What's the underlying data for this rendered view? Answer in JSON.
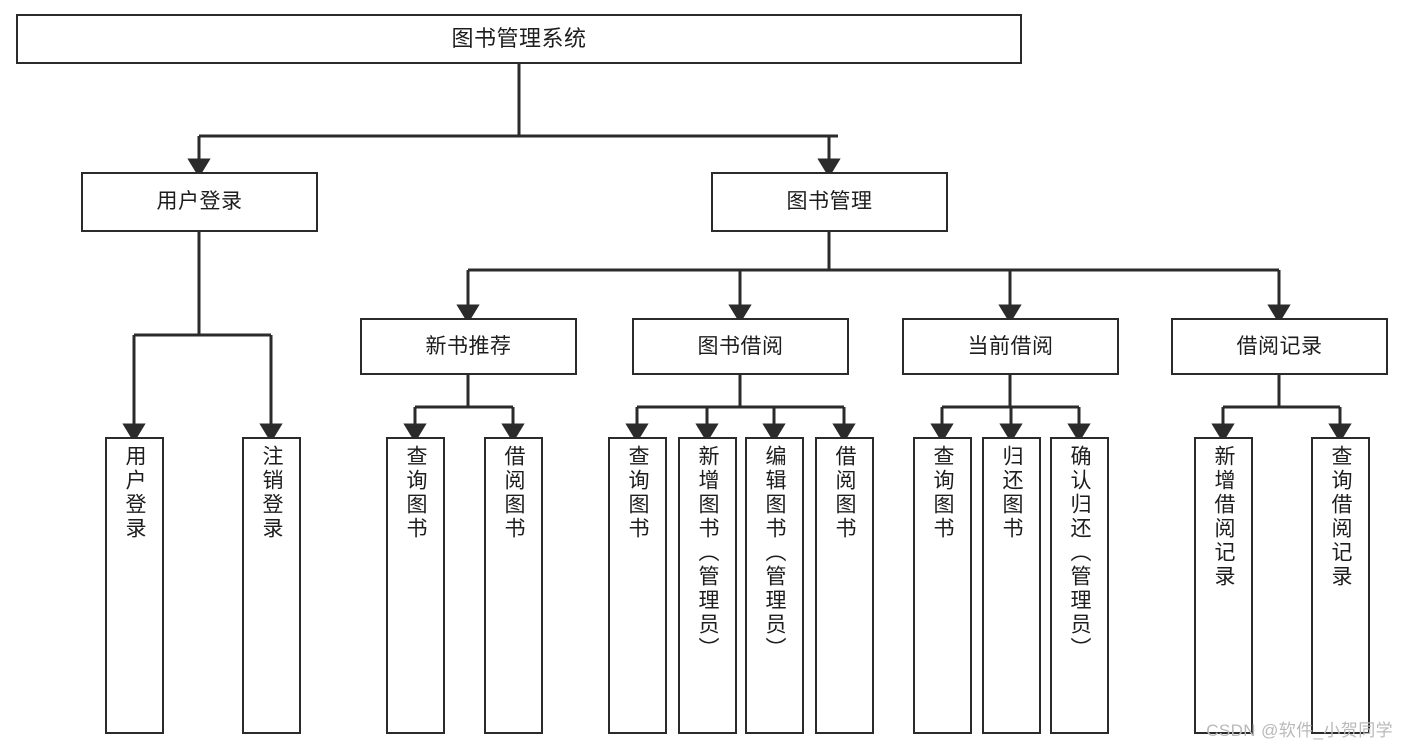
{
  "diagram": {
    "type": "tree",
    "title": "图书管理系统",
    "orientation": "top-down",
    "colors": {
      "box_border": "#2b2b2b",
      "box_fill": "#ffffff",
      "connector": "#2b2b2b",
      "text": "#1d1d1d",
      "watermark": "#b9b9b9"
    },
    "levels": {
      "root": {
        "label": "图书管理系统"
      },
      "level2": [
        {
          "label": "用户登录"
        },
        {
          "label": "图书管理"
        }
      ],
      "level3": [
        {
          "label": "新书推荐"
        },
        {
          "label": "图书借阅"
        },
        {
          "label": "当前借阅"
        },
        {
          "label": "借阅记录"
        }
      ],
      "leaves": {
        "user_login": [
          {
            "label": "用户登录"
          },
          {
            "label": "注销登录"
          }
        ],
        "new_book_recommend": [
          {
            "label": "查询图书"
          },
          {
            "label": "借阅图书"
          }
        ],
        "book_borrow": [
          {
            "label": "查询图书"
          },
          {
            "label": "新增图书（管理员）"
          },
          {
            "label": "编辑图书（管理员）"
          },
          {
            "label": "借阅图书"
          }
        ],
        "current_borrow": [
          {
            "label": "查询图书"
          },
          {
            "label": "归还图书"
          },
          {
            "label": "确认归还（管理员）"
          }
        ],
        "borrow_records": [
          {
            "label": "新增借阅记录"
          },
          {
            "label": "查询借阅记录"
          }
        ]
      }
    },
    "watermark": "CSDN @软件_小贺同学"
  }
}
